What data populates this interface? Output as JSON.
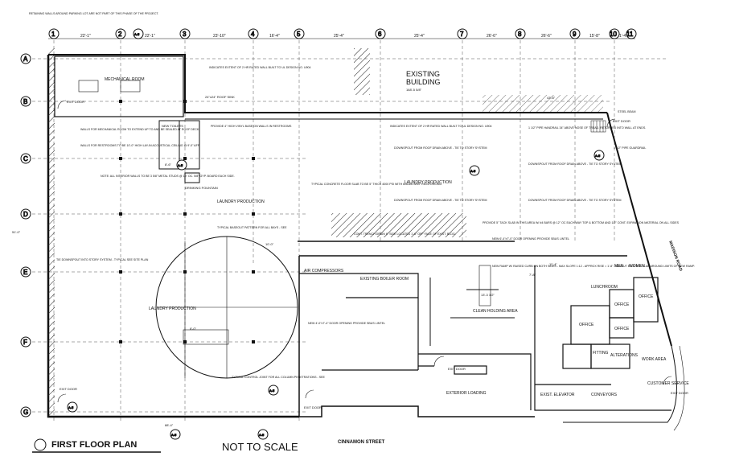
{
  "title": "FIRST FLOOR PLAN",
  "scale_note": "NOT TO SCALE",
  "street": "CINNAMON STREET",
  "road": "MADISON ROAD",
  "grid": {
    "cols": [
      "1",
      "2",
      "3",
      "4",
      "5",
      "6",
      "7",
      "8",
      "9",
      "10",
      "11"
    ],
    "rows": [
      "A",
      "B",
      "C",
      "D",
      "E",
      "F",
      "G"
    ]
  },
  "rooms": {
    "existing_building": [
      "EXISTING",
      "BUILDING"
    ],
    "mechanical_room": "MECHANICAL ROOM",
    "laundry_production_1": "LAUNDRY PRODUCTION",
    "laundry_production_2": "LAUNDRY PRODUCTION",
    "laundry_production_3": "LAUNDRY PRODUCTION",
    "air_compressors": "AIR COMPRESSORS",
    "existing_boiler_room": "EXISTING BOILER ROOM",
    "clean_holding_area": "CLEAN HOLDING AREA",
    "lunchroom": "LUNCHROOM",
    "office_1": "OFFICE",
    "office_2": "OFFICE",
    "office_3": "OFFICE",
    "office_4": "OFFICE",
    "fitting": "FITTING",
    "alterations": "ALTERATIONS",
    "work_area": "WORK AREA",
    "customer_service": "CUSTOMER SERVICE",
    "conveyors": "CONVEYORS",
    "exterior_loading": "EXTERIOR LOADING",
    "exist_elevator": "EXIST. ELEVATOR",
    "men": "MEN",
    "women": "WOMEN",
    "drinking_fountain": "DRINKING FOUNTAIN",
    "roof_sink": "24\"x24\" ROOF SINK"
  },
  "notes": {
    "retaining_walls": "RETAINING WALLS AROUND PARKING LOT ARE NOT PART OF THIS PHASE OF THE PROJECT.",
    "rated_wall_1": "INDICATES EXTENT OF 2 HR RATED WALL BUILT TO UL DESIGN NO. U904",
    "rated_wall_2": "INDICATES EXTENT OF 2 HR RATED WALL BUILT TO UL DESIGN NO. U904",
    "walls_mech": "WALLS FOR MECHANICAL ROOM TO EXTEND UP TO AND BE SEALED AT ROOF DECK.",
    "walls_restroom": "WALLS FOR RESTROOMS TO BE 10'-0\" HIGH LAY-IN ACOUSTICAL CEILING @ 9'-0\" AFF.",
    "interior_walls": "NOTE: ALL INTERIOR WALLS TO BE 3 5/8\" METAL STUDS @ 16\" OC. 5/8\" GYP. BOARD EACH SIDE.",
    "vinyl_base": "PROVIDE 4\" HIGH VINYL BASE ON WALLS IN RESTROOMS",
    "concrete_slab": "TYPICAL CONCRETE FLOOR SLAB TO BE 5\" THICK 4000 PSI WITH 6x6-6/6 WWF REINFORCING",
    "downspout_1": "DOWNSPOUT FROM ROOF DRAIN ABOVE - TIE TO STORY SYSTEM",
    "downspout_2": "DOWNSPOUT FROM ROOF DRAIN ABOVE - TIE TO STORY SYSTEM",
    "downspout_3": "DOWNSPOUT FROM ROOF DRAIN ABOVE - TIE TO STORY SYSTEM",
    "downspout_4": "DOWNSPOUT FROM ROOF DRAIN ABOVE - TIE TO STORY SYSTEM",
    "handrail": "1 1/2\" PIPE HANDRAIL 34\" ABOVE NOSE OF TREAD. RETURNED INTO WALL AT ENDS.",
    "guardrail": "1 1/2\" PIPE GUARDRAIL",
    "steel_beam": "STEEL BEAM",
    "baseout": "TYPICAL BASEOUT PATTERN FOR ALL BAYS - SEE",
    "tie_downspout": "TIE DOWNSPOUT INTO STORY SYSTEM - TYPICAL SEE SITE PLAN",
    "trench_drain": "CONT. TRENCH DRAIN 6\" SIDE LOCATED 1'-6\" OFF FACE OF EXIST. BLDG.",
    "tack_slab": "PROVIDE 5\" TACK SLAB IN THIS AREA W/ #4 BARS @ 12\" OC EACH WAY TOP & BOTTOM AND 1/2\" CONT. EXPANSION MATERIAL ON ALL SIDES",
    "door_opening_1": "NEW 6'-4\"x7'-0\" DOOR OPENING PROVIDE SBUS LINTEL",
    "door_opening_2": "NEW 4'-0\"x7'-4\" DOOR OPENING PROVIDE SBUS LINTEL",
    "new_ramp": "NEW RAMP W/ RAISED CURB ON BOTH SIDES - MAX SLOPE 1:12 - APPROX RISE = 1'-8\". SAWCUT EXISTING SLAB AROUND LIMITS OF NEW RAMP.",
    "control_joint": "TYPICAL CONTROL JOINT FOR ALL COLUMN PENETRATIONS - SEE",
    "exit_door": "EXIT DOOR",
    "new_toilets": "NEW TOILETS"
  },
  "dims": {
    "d1": "22'-1\"",
    "d2": "22'-1\"",
    "d3": "23'-10\"",
    "d4": "16'-4\"",
    "d5": "25'-4\"",
    "d6": "25'-4\"",
    "d7": "26'-6\"",
    "d8": "26'-6\"",
    "d9": "15'-8\"",
    "d10": "1'-4\"",
    "d11": "168'-5 5/8\"",
    "d12": "43'-8\"",
    "d13": "88'-4\"",
    "d14": "8'-6\"",
    "d15": "10'-0\"",
    "d16": "8'-0\"",
    "d17": "7'-8\"",
    "d18": "13'-3 1/2\"",
    "d19": "11'-4\"",
    "d20": "51'-0\""
  },
  "section_refs": [
    "A-5",
    "A-5",
    "A-5",
    "A-5",
    "A-5",
    "A-5",
    "A-5",
    "A-5"
  ]
}
